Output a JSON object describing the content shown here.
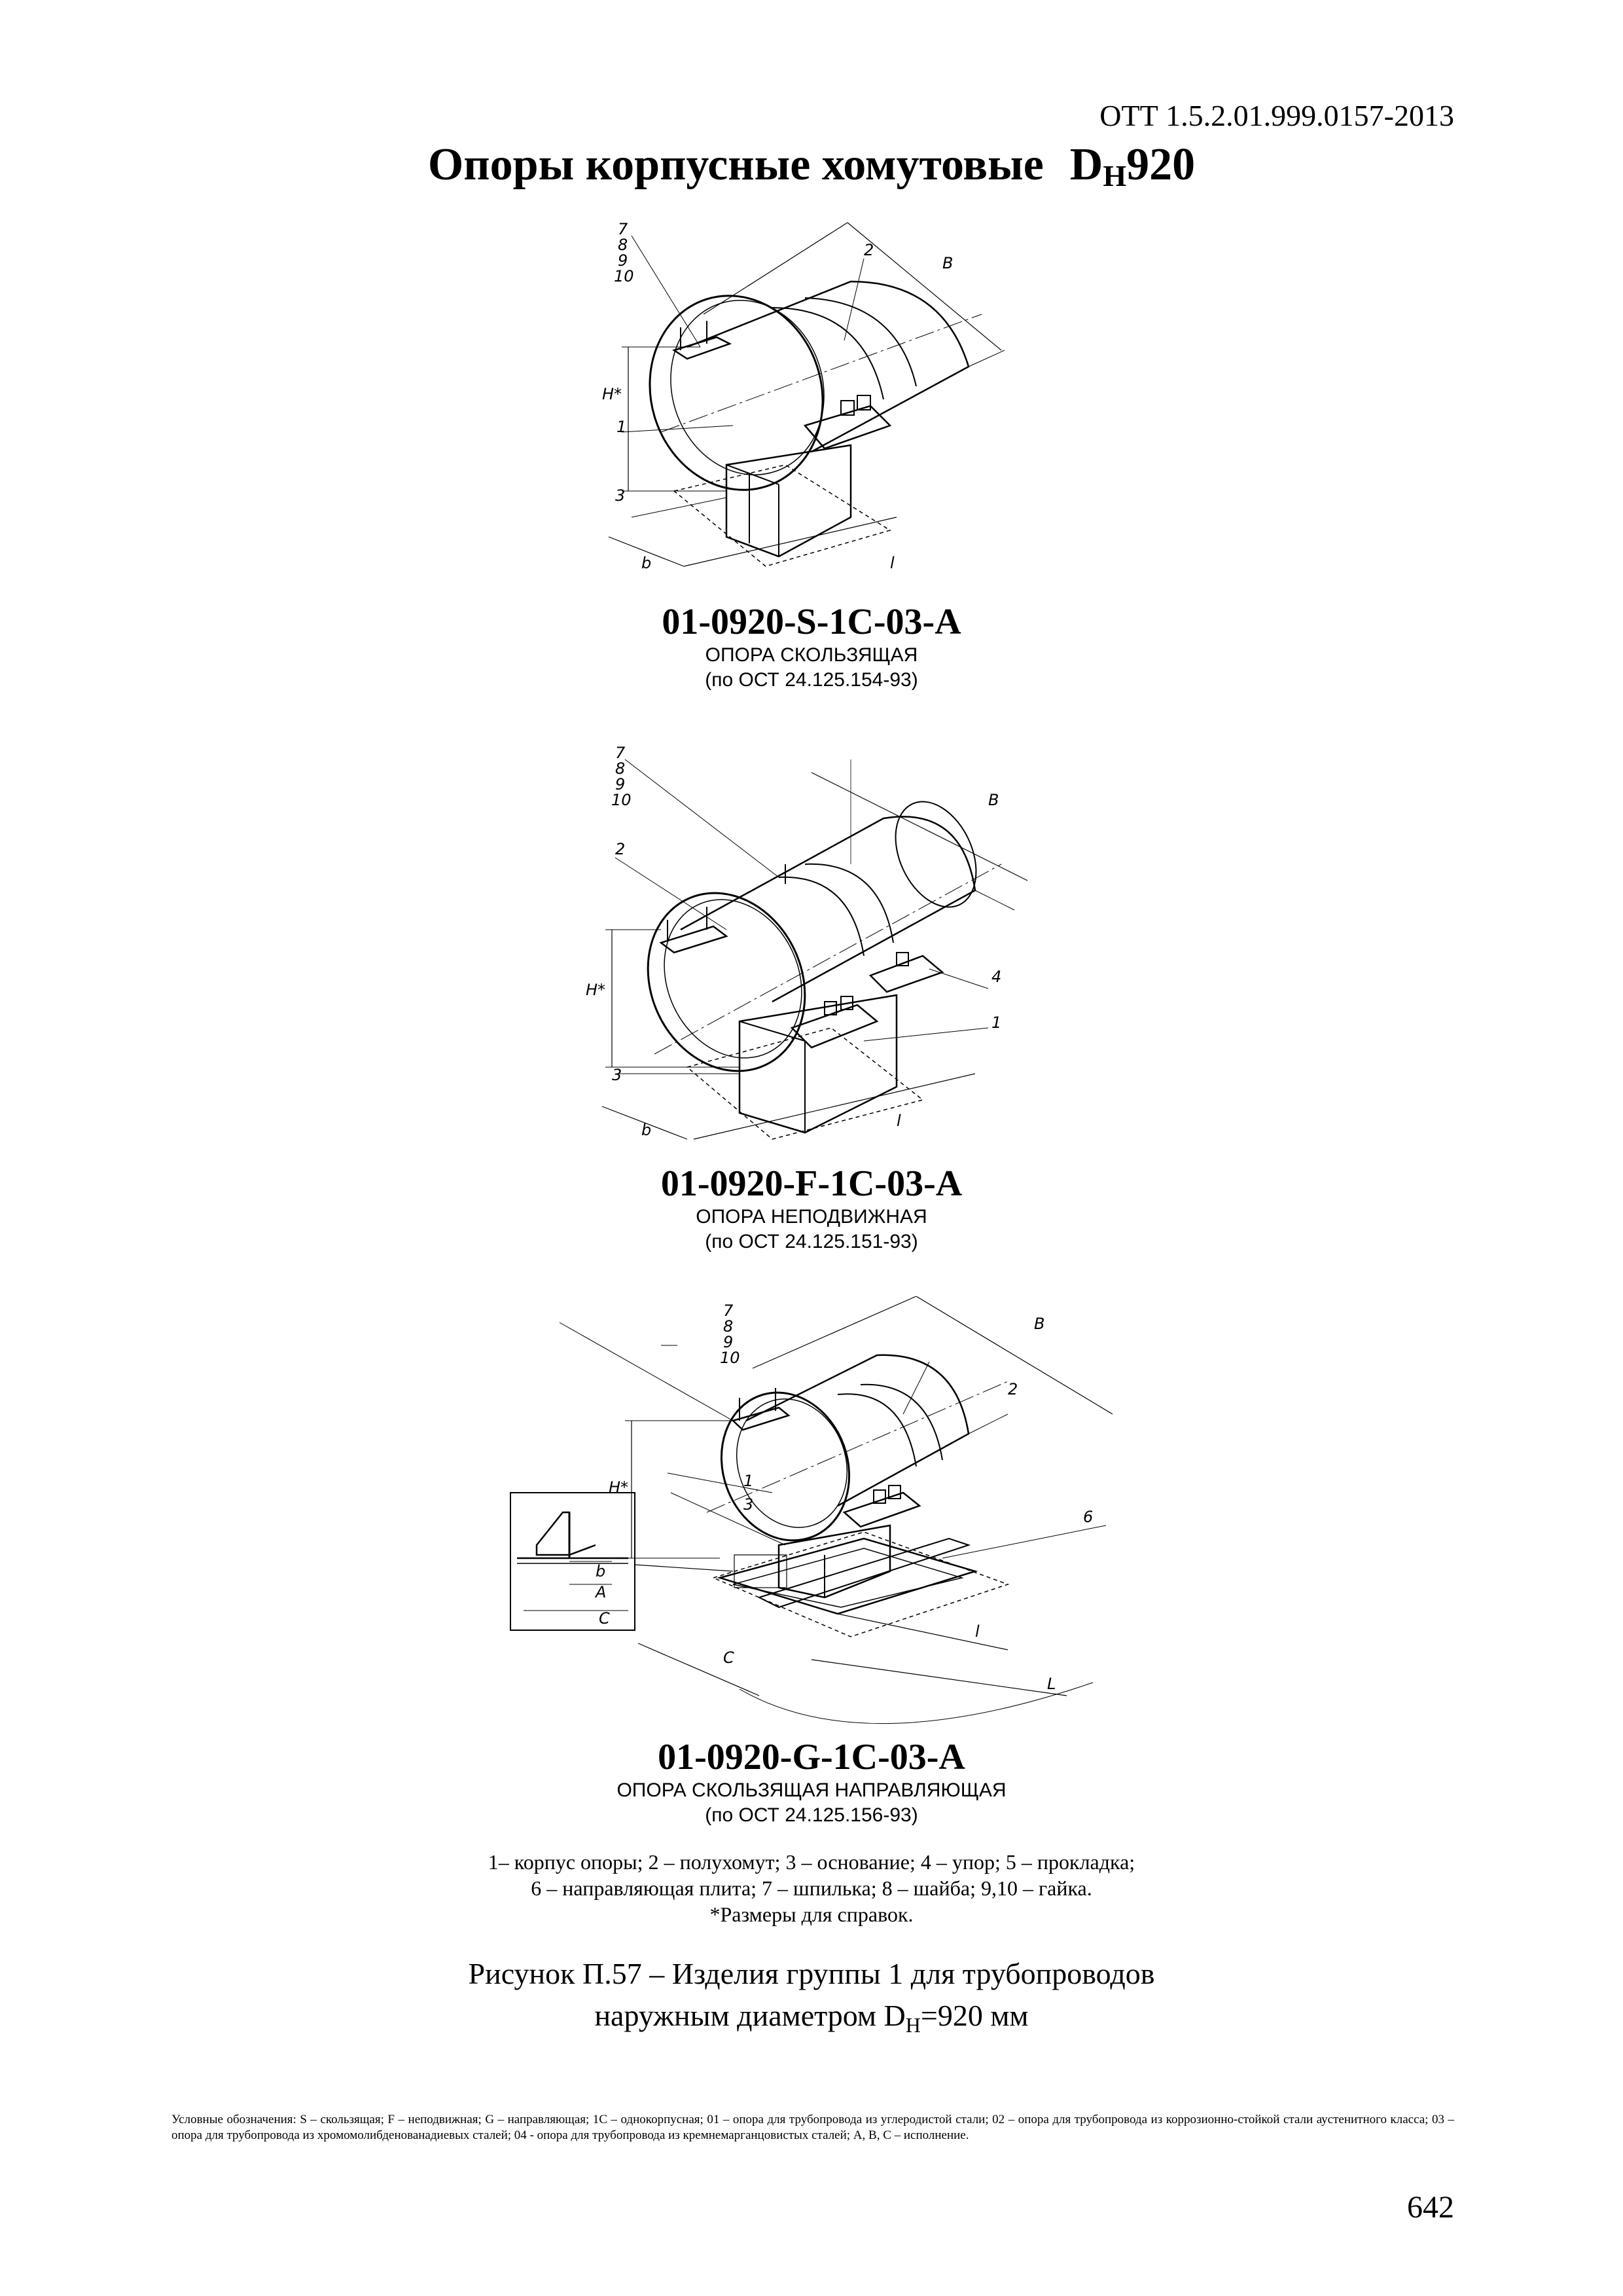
{
  "document": {
    "id": "ОТТ 1.5.2.01.999.0157-2013",
    "title": "Опоры корпусные хомутовые",
    "dh_letter": "D",
    "dh_sub": "H",
    "dh_value": "920",
    "page_number": "642"
  },
  "figures": [
    {
      "code": "01-0920-S-1C-03-A",
      "name": "ОПОРА СКОЛЬЗЯЩАЯ",
      "standard": "(по ОСТ 24.125.154-93)"
    },
    {
      "code": "01-0920-F-1C-03-A",
      "name": "ОПОРА НЕПОДВИЖНАЯ",
      "standard": "(по ОСТ 24.125.151-93)"
    },
    {
      "code": "01-0920-G-1C-03-A",
      "name": "ОПОРА СКОЛЬЗЯЩАЯ НАПРАВЛЯЮЩАЯ",
      "standard": "(по ОСТ 24.125.156-93)"
    }
  ],
  "drawing_labels": {
    "stack": [
      "7",
      "8",
      "9",
      "10"
    ],
    "n1": "1",
    "n2": "2",
    "n3": "3",
    "n4": "4",
    "n6": "6",
    "B": "B",
    "H": "H*",
    "b": "b",
    "l": "l",
    "L": "L",
    "A": "A",
    "C": "C"
  },
  "legend": {
    "line1": "1– корпус опоры; 2 – полухомут; 3 – основание; 4 – упор; 5 – прокладка;",
    "line2": "6 – направляющая плита; 7 – шпилька; 8 – шайба; 9,10 – гайка.",
    "line3": "*Размеры для справок."
  },
  "figure_caption": {
    "line1": "Рисунок П.57 – Изделия группы 1 для трубопроводов",
    "line2_prefix": "наружным диаметром D",
    "line2_sub": "H",
    "line2_suffix": "=920 мм"
  },
  "footnote": "Условные обозначения: S – скользящая; F – неподвижная; G – направляющая; 1С – однокорпусная; 01 – опора для трубопровода из углеродистой стали; 02 – опора для трубопровода из коррозионно-стойкой стали аустенитного класса; 03 – опора для трубопровода из хромомолибденованадиевых сталей; 04 - опора для трубопровода из кремнемарганцовистых сталей; А, В, С – исполнение."
}
